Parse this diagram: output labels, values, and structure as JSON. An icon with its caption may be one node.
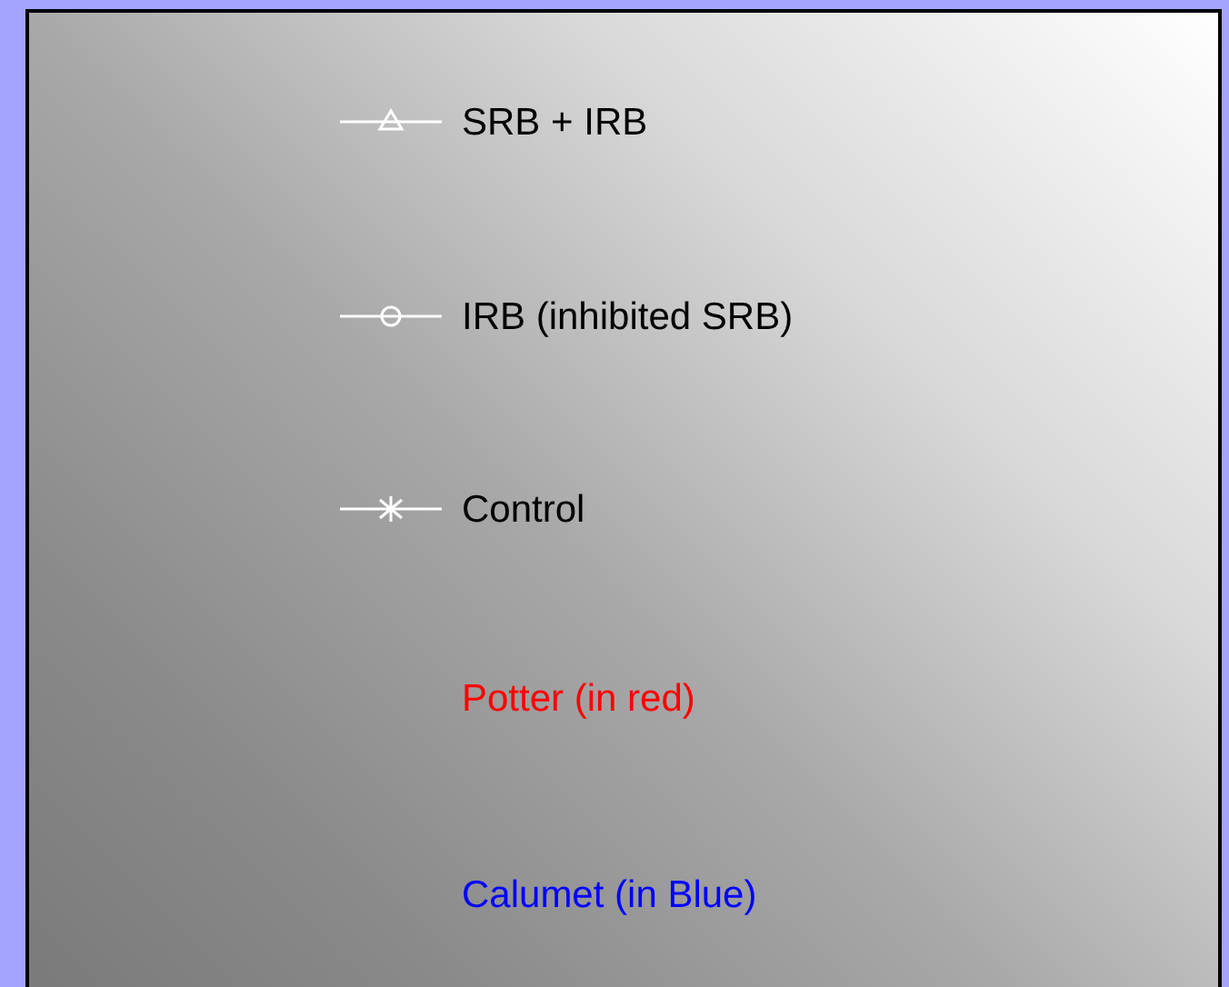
{
  "diagram": {
    "legend": [
      {
        "text": "SRB + IRB"
      },
      {
        "text": "IRB (inhibited SRB)"
      },
      {
        "text": "Control"
      },
      {
        "text": "Potter (in red)",
        "color": "#ff0000"
      },
      {
        "text": "Calumet (in Blue)",
        "color": "#0000ff"
      }
    ]
  }
}
